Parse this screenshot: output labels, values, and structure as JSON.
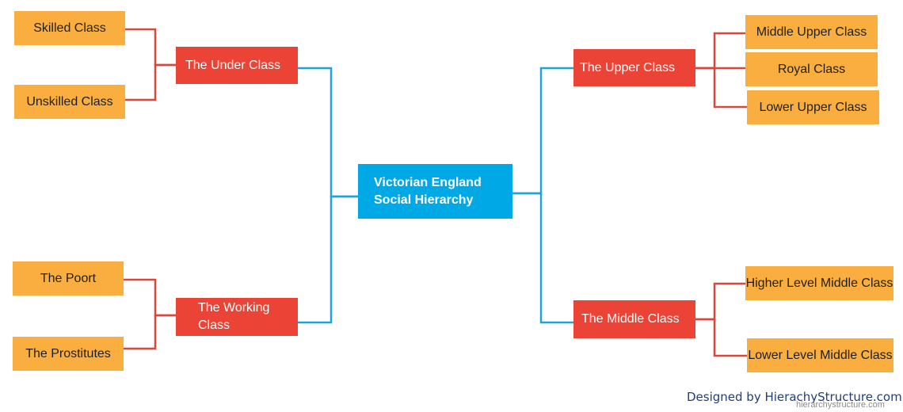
{
  "colors": {
    "root": "#00a9e6",
    "level1": "#ec4337",
    "leaf": "#f9ae3f",
    "connector_blue": "#1ea4da",
    "connector_red": "#d9473a"
  },
  "root": {
    "line1": "Victorian England",
    "line2": "Social Hierarchy"
  },
  "left": {
    "under_class": {
      "label": "The Under Class",
      "children": [
        "Skilled Class",
        "Unskilled Class"
      ]
    },
    "working_class": {
      "line1": "The Working",
      "line2": "Class",
      "children": [
        "The Poort",
        "The Prostitutes"
      ]
    }
  },
  "right": {
    "upper_class": {
      "label": "The Upper Class",
      "children": [
        "Middle Upper Class",
        "Royal Class",
        "Lower Upper Class"
      ]
    },
    "middle_class": {
      "label": "The Middle Class",
      "children": [
        "Higher Level Middle Class",
        "Lower Level Middle Class"
      ]
    }
  },
  "footer": {
    "credit": "Designed by HierachyStructure.com",
    "watermark": "hierarchystructure.com"
  }
}
